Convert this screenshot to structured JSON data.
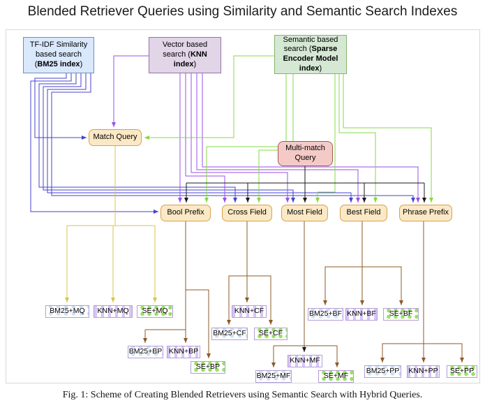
{
  "title": "Blended Retriever Queries using Similarity and Semantic Search Indexes",
  "caption": "Fig. 1: Scheme of Creating Blended Retrievers using Semantic Search with Hybrid Queries.",
  "indexes": [
    {
      "pre": "TF-IDF Similarity based search (",
      "bold": "BM25 index",
      "post": ")"
    },
    {
      "pre": "Vector based search (",
      "bold": "KNN index",
      "post": ")"
    },
    {
      "pre": "Semantic based search (",
      "bold": "Sparse Encoder Model index",
      "post": ")"
    }
  ],
  "queries": {
    "match": "Match Query",
    "multimatch": "Multi-match Query"
  },
  "types": [
    "Bool Prefix",
    "Cross Field",
    "Most Field",
    "Best Field",
    "Phrase Prefix"
  ],
  "results": [
    "BM25+MQ",
    "KNN+MQ",
    "SE+MQ",
    "KNN+CF",
    "BM25+CF",
    "SE+CF",
    "BM25+BF",
    "KNN+BF",
    "SE+BF",
    "BM25+BP",
    "KNN+BP",
    "SE+BP",
    "KNN+MF",
    "BM25+MF",
    "SE+MF",
    "BM25+PP",
    "KNN+PP",
    "SE+PP"
  ],
  "colors": {
    "bm25_box": "#dae8fc",
    "bm25_border": "#6c8ebf",
    "knn_box": "#e1d5e7",
    "knn_border": "#9673a6",
    "se_box": "#d5e8d4",
    "se_border": "#82b366",
    "query_box": "#fbe9c6",
    "query_border": "#d6a14e",
    "multimatch_box": "#f4cac7",
    "multimatch_border": "#a85550",
    "line_bm25": "#4343cf",
    "line_knn": "#9a4fe8",
    "line_se": "#85d944",
    "line_multimatch": "#1a1a1a",
    "line_match": "#d6c44e",
    "line_query": "#8c5a28"
  }
}
